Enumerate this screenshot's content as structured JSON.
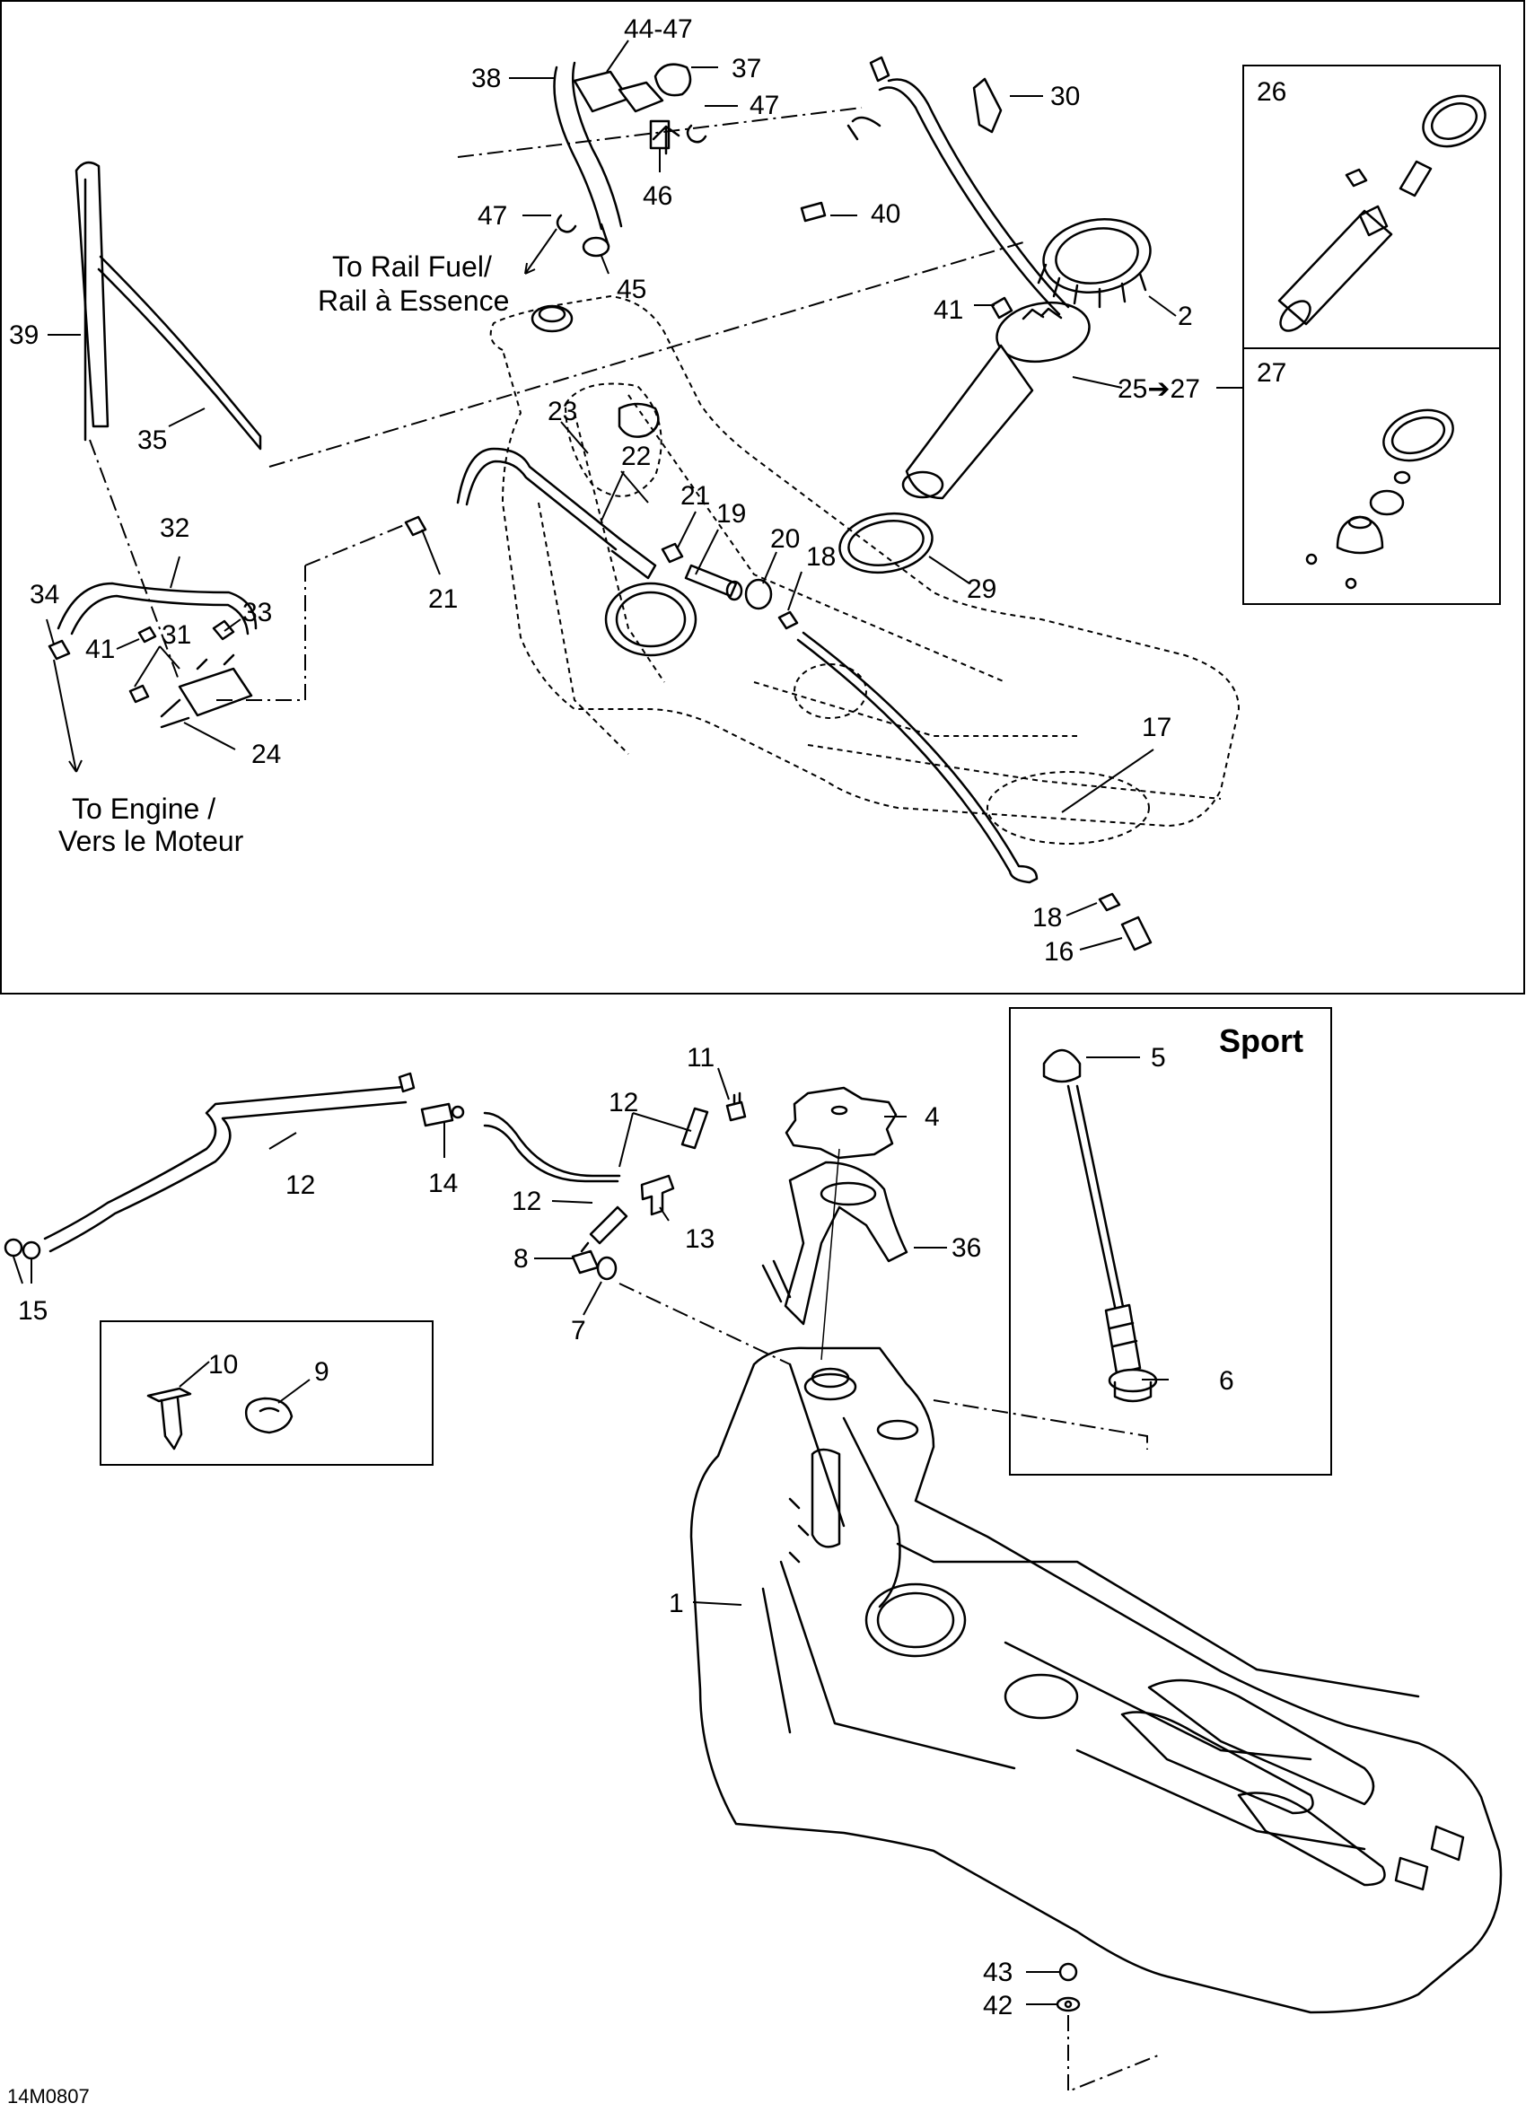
{
  "figure_code": "14M0807",
  "variant_label": "Sport",
  "captions": {
    "to_rail_line1": "To Rail Fuel/",
    "to_rail_line2": "Rail à Essence",
    "to_engine_line1": "To Engine /",
    "to_engine_line2": "Vers le Moteur"
  },
  "callouts": {
    "c44_47": "44-47",
    "c38": "38",
    "c37": "37",
    "c47a": "47",
    "c46": "46",
    "c47b": "47",
    "c45": "45",
    "c40": "40",
    "c30": "30",
    "c26": "26",
    "c2": "2",
    "c41a": "41",
    "c25_27": "25➔27",
    "c27": "27",
    "c39": "39",
    "c35": "35",
    "c23": "23",
    "c22": "22",
    "c21a": "21",
    "c19": "19",
    "c20": "20",
    "c18a": "18",
    "c29": "29",
    "c32": "32",
    "c21b": "21",
    "c34": "34",
    "c41b": "41",
    "c31": "31",
    "c33": "33",
    "c24": "24",
    "c17": "17",
    "c18b": "18",
    "c16": "16",
    "c11": "11",
    "c12a": "12",
    "c4": "4",
    "c5": "5",
    "c12b": "12",
    "c14": "14",
    "c12c": "12",
    "c13": "13",
    "c36": "36",
    "c8": "8",
    "c7": "7",
    "c15": "15",
    "c10": "10",
    "c9": "9",
    "c6": "6",
    "c1": "1",
    "c43": "43",
    "c42": "42"
  }
}
